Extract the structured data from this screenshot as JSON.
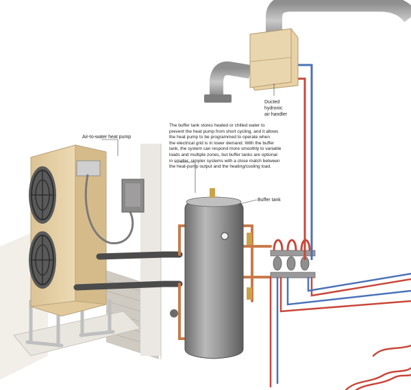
{
  "labels": {
    "heat_pump": "Air-to-water heat pump",
    "buffer_tank": "Buffer tank",
    "air_handler": [
      "Ducted",
      "hydronic",
      "air handler"
    ]
  },
  "description": [
    "The buffer tank stores heated or chilled water to",
    "prevent the heat pump from short cycling, and it allows",
    "the heat pump to be programmed to operate when",
    "the electrical grid is in lower demand. With the buffer",
    "tank, the system can respond more smoothly to variable",
    "loads and multiple zones, but buffer tanks are optional",
    "in smaller, simpler systems with a close match between",
    "the heat-pump output and the heating/cooling load."
  ],
  "colors": {
    "supply_pipe": "#c8473a",
    "return_pipe": "#4a72b8",
    "heat_pump_body": "#e8d3a8",
    "tank_body": "#8d8d8d",
    "duct": "#a7a7a7",
    "copper": "#c97a4a"
  }
}
